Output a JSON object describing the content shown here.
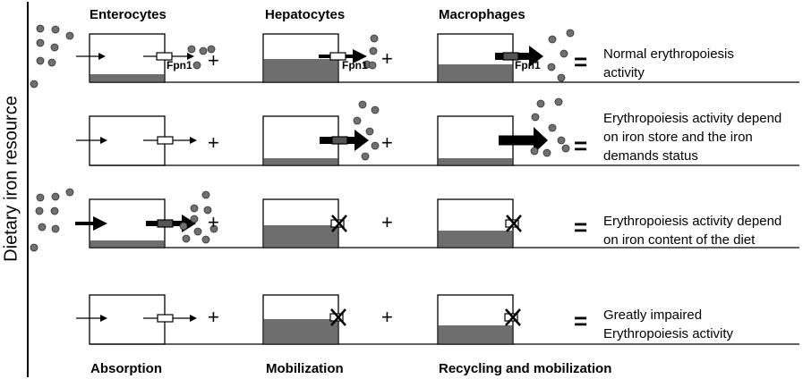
{
  "axis_label": "Dietary iron resource",
  "columns": [
    {
      "header": "Enterocytes",
      "footer": "Absorption"
    },
    {
      "header": "Hepatocytes",
      "footer": "Mobilization"
    },
    {
      "header": "Macrophages",
      "footer": "Recycling and mobilization"
    }
  ],
  "fpn_label": "Fpn1",
  "plus": "+",
  "equals": "=",
  "rows": [
    {
      "outcome": [
        "Normal erythropoiesis",
        "activity"
      ]
    },
    {
      "outcome": [
        "Erythropoiesis activity depend",
        "on iron store and the iron",
        "demands status"
      ]
    },
    {
      "outcome": [
        "Erythropoiesis activity depend",
        "on iron content of the diet"
      ]
    },
    {
      "outcome": [
        "Greatly impaired",
        "Erythropoiesis activity"
      ]
    }
  ],
  "colors": {
    "iron_dot": "#707070",
    "iron_store": "#6e6e6e",
    "line": "#000000"
  }
}
